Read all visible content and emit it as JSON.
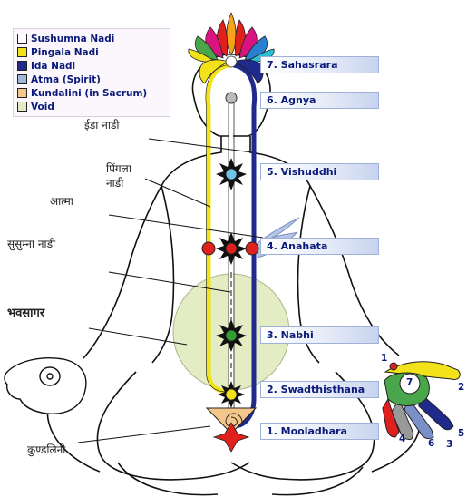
{
  "legend": {
    "items": [
      {
        "label": "Sushumna Nadi",
        "color": "#ffffff"
      },
      {
        "label": "Pingala Nadi",
        "color": "#f2e21a"
      },
      {
        "label": "Ida Nadi",
        "color": "#1f2a8c"
      },
      {
        "label": "Atma (Spirit)",
        "color": "#9fb8d8"
      },
      {
        "label": "Kundalini (in Sacrum)",
        "color": "#f4c68a"
      },
      {
        "label": "Void",
        "color": "#e3ecc3"
      }
    ]
  },
  "chakras": [
    {
      "label": "7. Sahasrara"
    },
    {
      "label": "6. Agnya"
    },
    {
      "label": "5. Vishuddhi"
    },
    {
      "label": "4. Anahata"
    },
    {
      "label": "3. Nabhi"
    },
    {
      "label": "2. Swadthisthana"
    },
    {
      "label": "1. Mooladhara"
    }
  ],
  "hindi_labels": {
    "ida": "ईडा नाडी",
    "pingala_1": "पिंगला",
    "pingala_2": "नाडी",
    "atma": "आत्मा",
    "sushumna": "सुसुम्ना नाडी",
    "bhavsagar": "भवसागर",
    "kundalini": "कुण्डलिनी"
  },
  "finger_numbers": [
    "1",
    "7",
    "2",
    "3",
    "4",
    "5",
    "6"
  ],
  "colors": {
    "ida": "#1f2a8c",
    "pingala": "#f2e21a",
    "void": "#e3ecc3",
    "label_text": "#0b1a7a"
  }
}
